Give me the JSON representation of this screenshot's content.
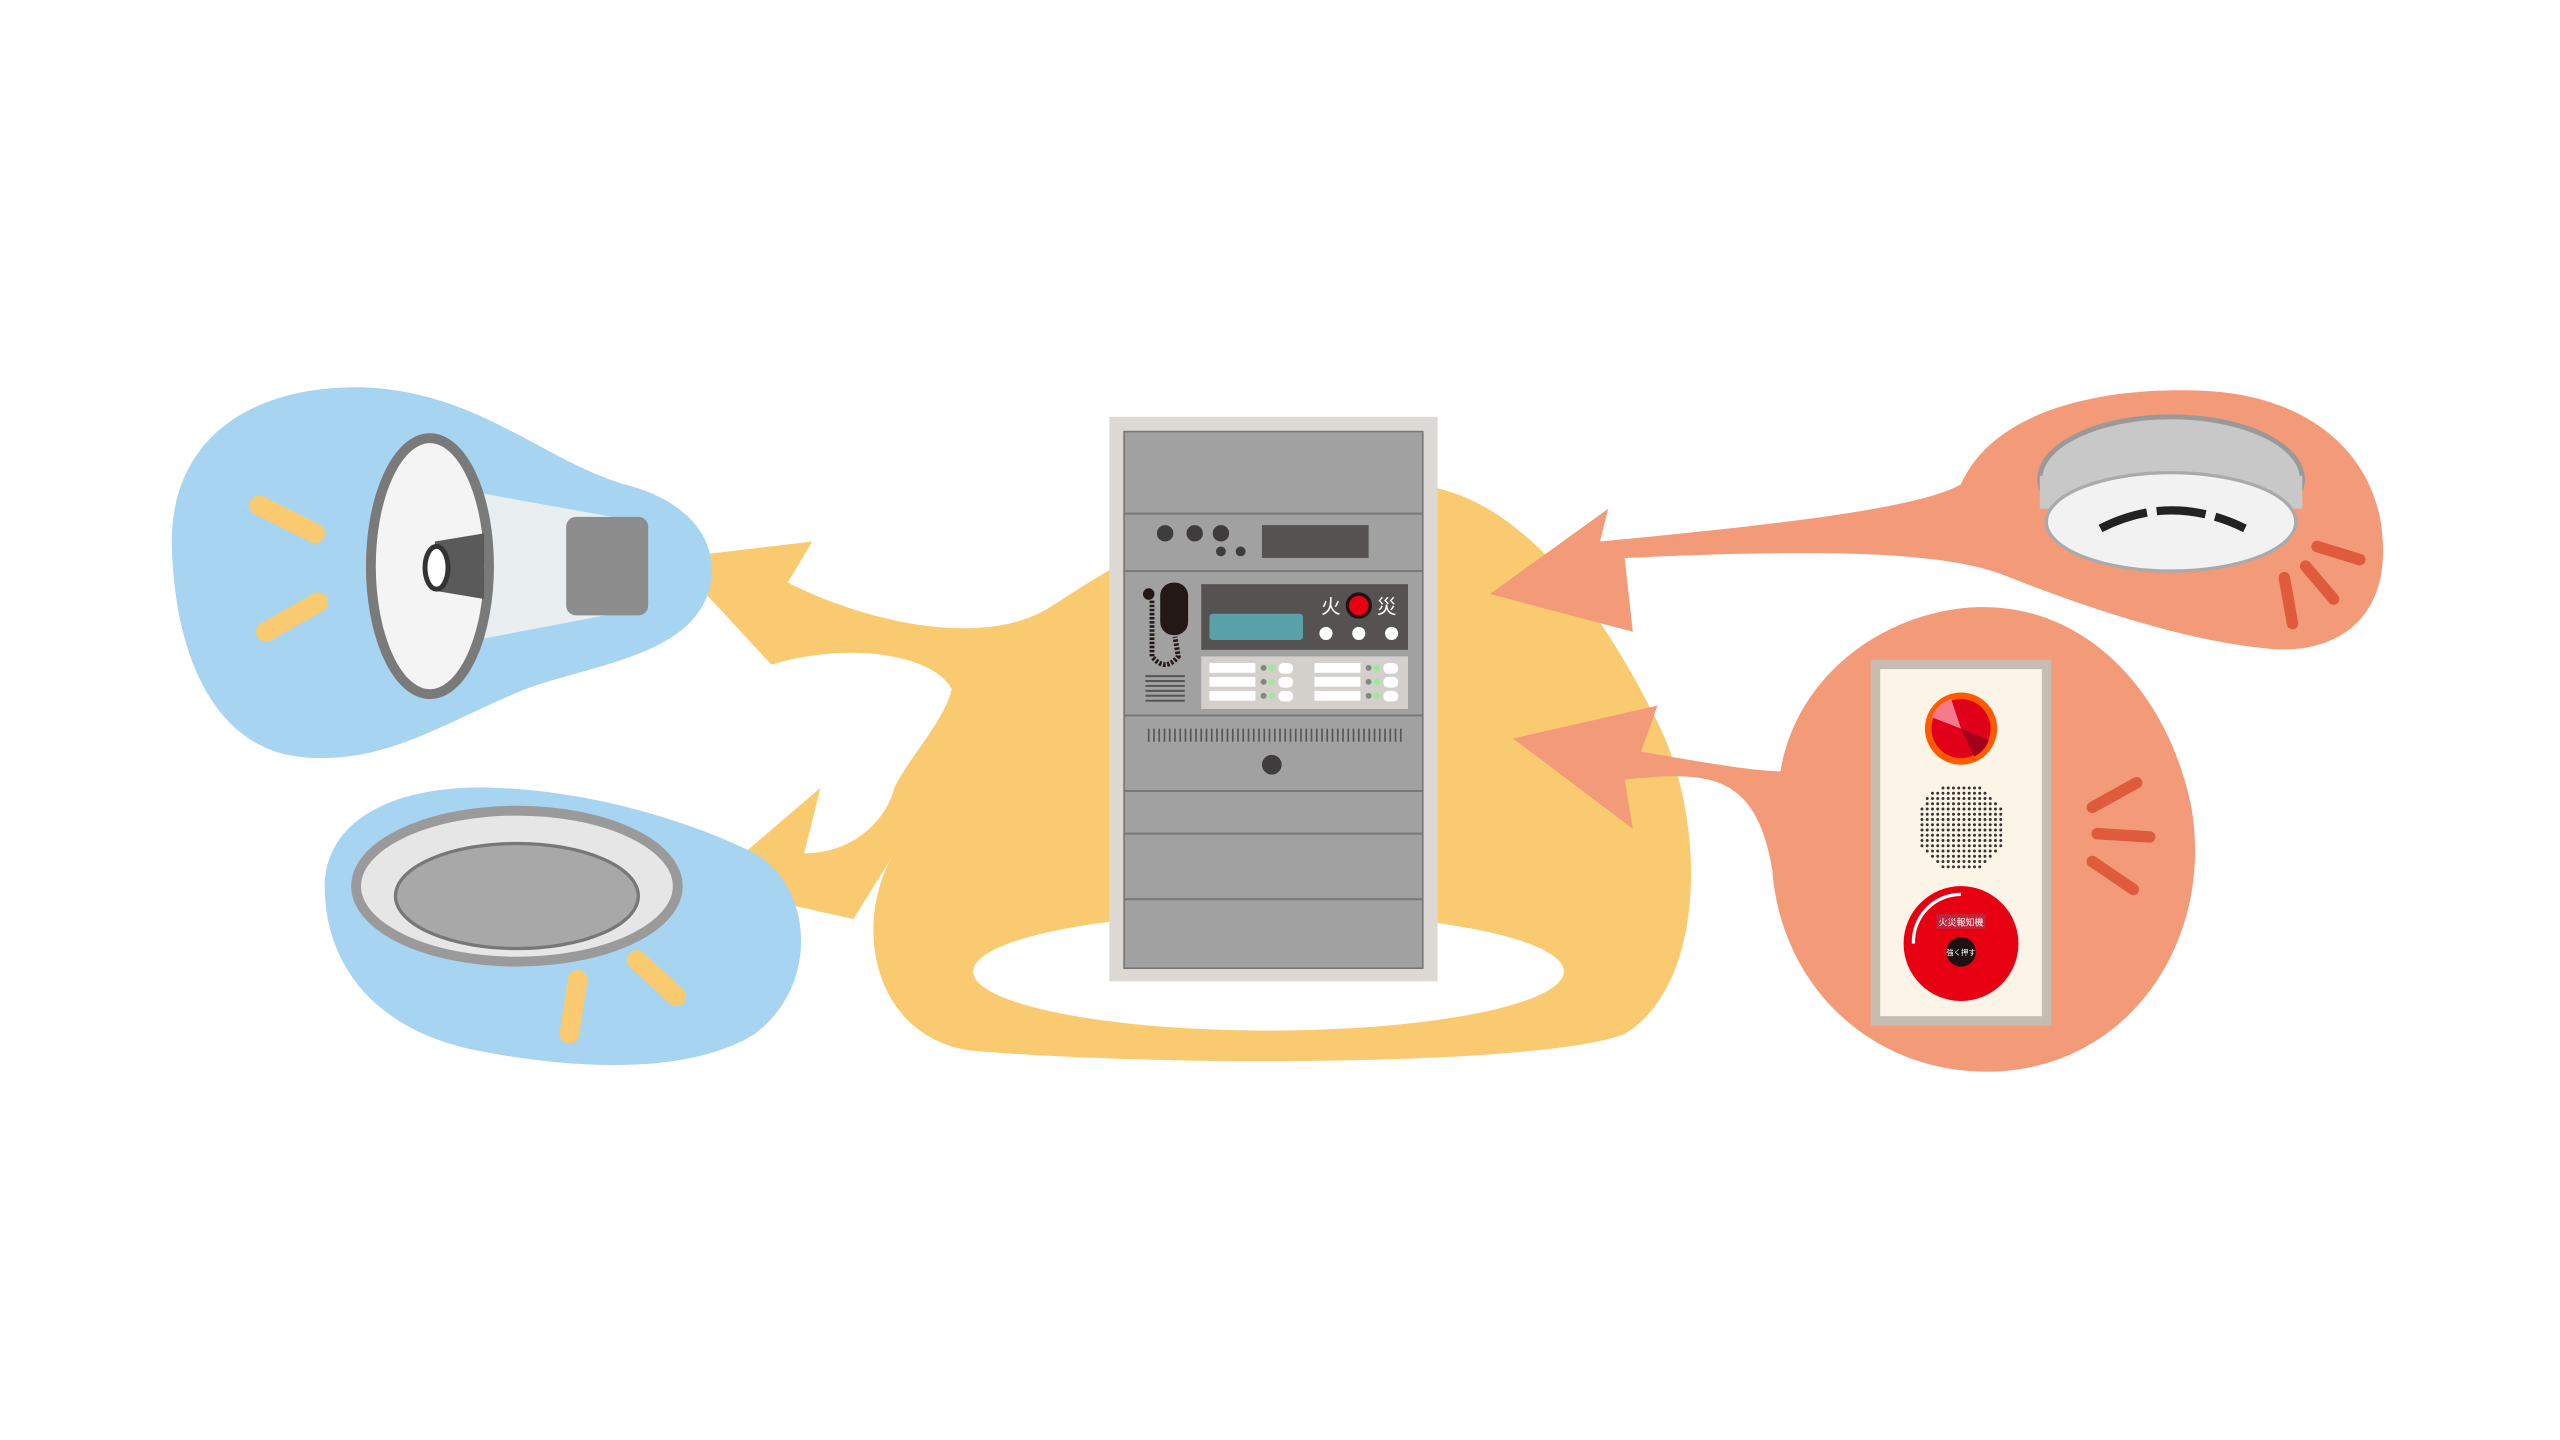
{
  "diagram": {
    "panel": {
      "fire_label_left": "火",
      "fire_label_right": "災"
    },
    "call_point": {
      "label": "火災報知機",
      "press_label": "強く押す"
    }
  },
  "colors": {
    "yellow": "#f9ca6f",
    "blue": "#a7d4f0",
    "salmon": "#f39a79",
    "cabinet": "#a0a1a0",
    "cabinet_frame": "#dcd9d5",
    "red": "#e60012"
  }
}
